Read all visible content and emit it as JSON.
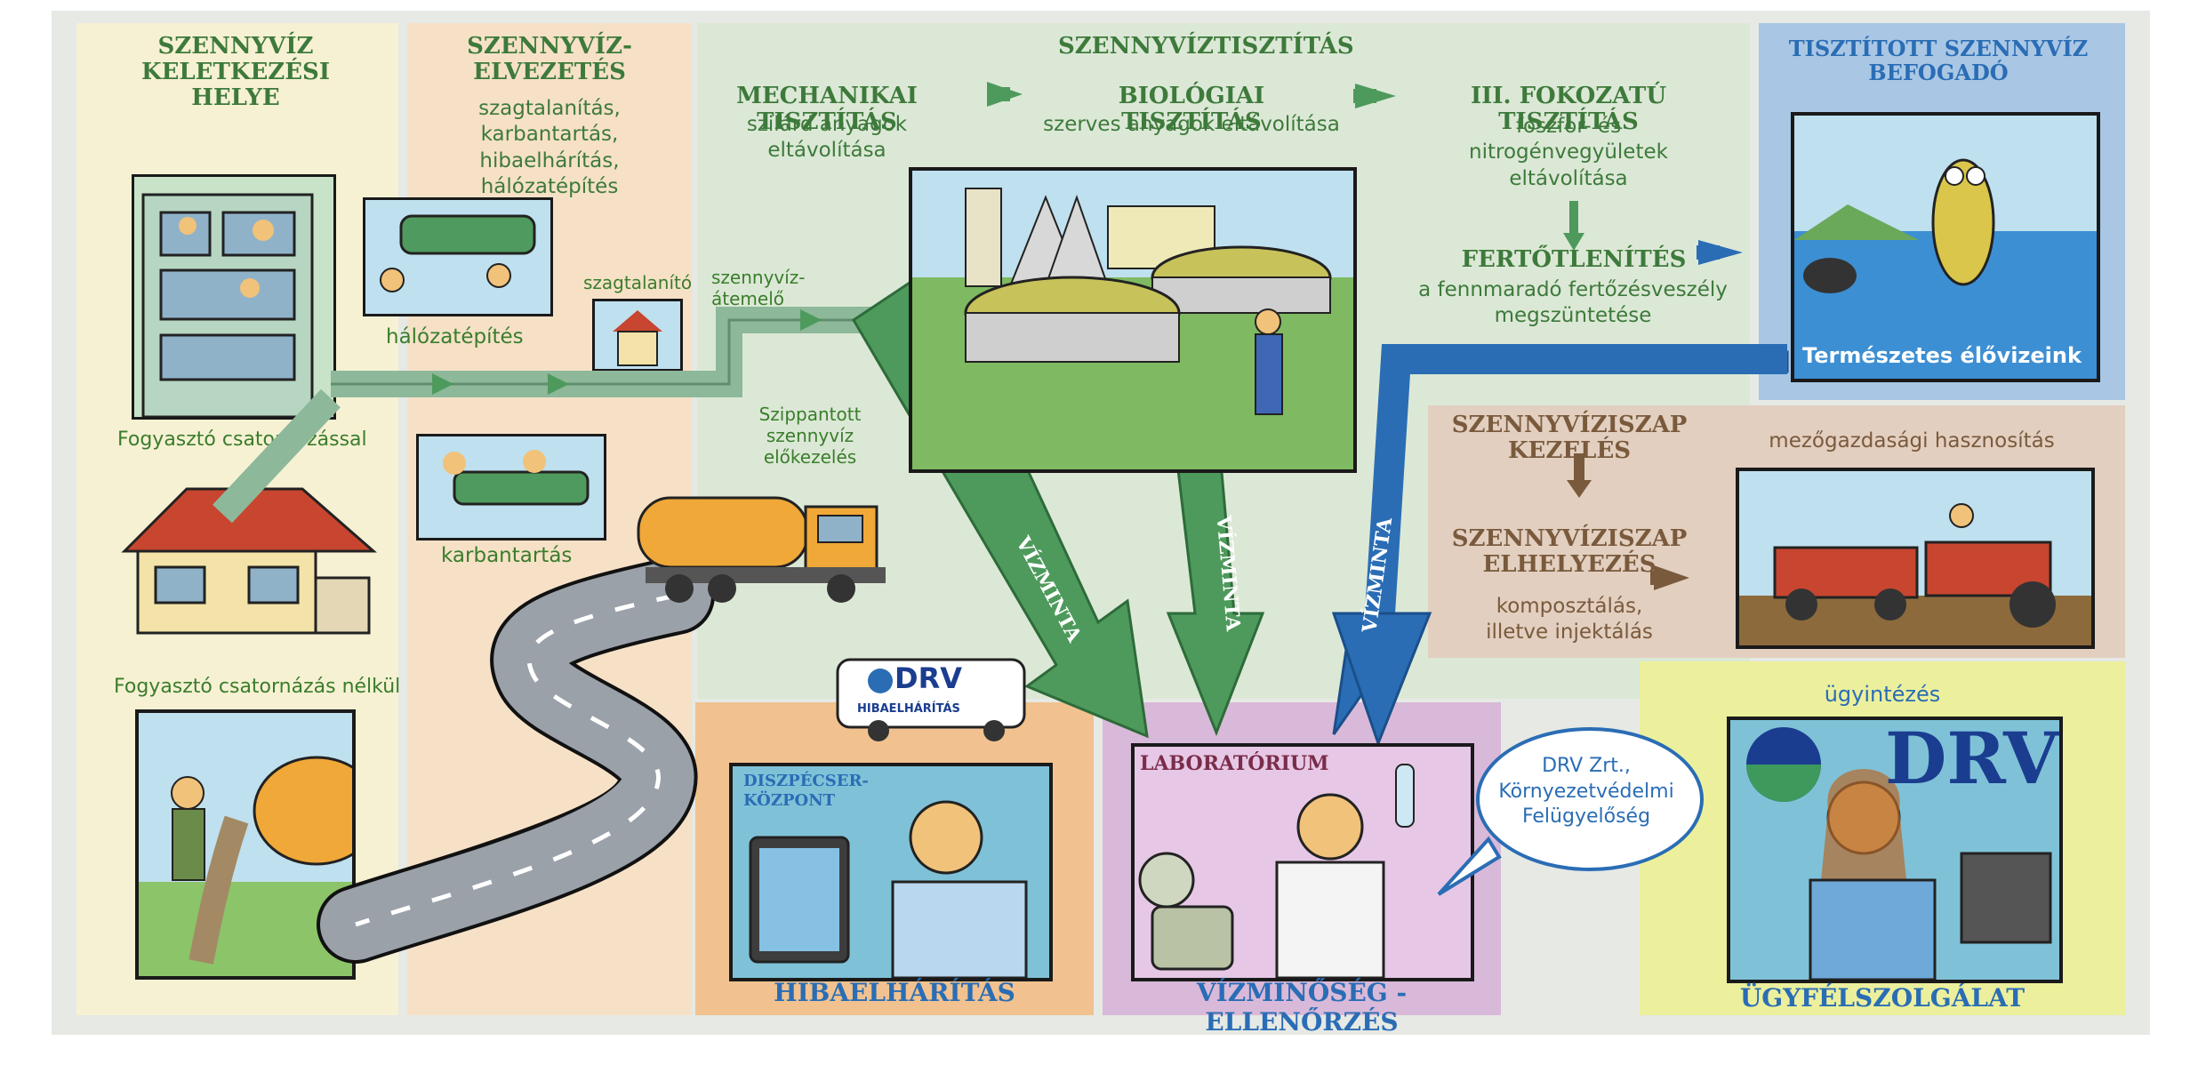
{
  "columns": {
    "source": {
      "title": "SZENNYVÍZ KELETKEZÉSI HELYE",
      "label_sewer": "Fogyasztó csatornázással",
      "label_nosewer": "Fogyasztó csatornázás nélkül"
    },
    "drainage": {
      "title": "SZENNYVÍZ-ELVEZETÉS",
      "desc": "szagtalanítás, karbantartás, hibaelhárítás, hálózatépítés",
      "label_build": "hálózatépítés",
      "label_odor": "szagtalanító",
      "label_pump": "szennyvíz-átemelő",
      "label_maint": "karbantartás",
      "label_suction": "Szippantott szennyvíz előkezelés"
    },
    "treatment": {
      "title": "SZENNYVÍZTISZTÍTÁS",
      "mech_title": "MECHANIKAI TISZTÍTÁS",
      "mech_desc": "szilárd anyagok eltávolítása",
      "bio_title": "BIOLÓGIAI TISZTÍTÁS",
      "bio_desc": "szerves anyagok eltávolítása",
      "third_title": "III. FOKOZATÚ TISZTÍTÁS",
      "third_desc": "foszfor- és nitrogénvegyületek eltávolítása",
      "disinf_title": "FERTŐTLENÍTÉS",
      "disinf_desc": "a fennmaradó fertőzésveszély megszüntetése"
    },
    "receiver": {
      "title": "TISZTÍTOTT SZENNYVÍZ BEFOGADÓ",
      "caption": "Természetes élővizeink"
    },
    "sludge": {
      "title1": "SZENNYVÍZISZAP KEZELÉS",
      "title2": "SZENNYVÍZISZAP ELHELYEZÉS",
      "desc2": "komposztálás, illetve injektálás",
      "agri": "mezőgazdasági hasznosítás"
    }
  },
  "bottom": {
    "repair": {
      "panel_label": "DISZPÉCSER-KÖZPONT",
      "title": "HIBAELHÁRÍTÁS",
      "van_brand": "DRV",
      "van_sub": "HIBAELHÁRÍTÁS"
    },
    "lab": {
      "panel_label": "LABORATÓRIUM",
      "title": "VÍZMINŐSÉG - ELLENŐRZÉS",
      "bubble": "DRV Zrt., Környezetvédelmi Felügyelőség"
    },
    "service": {
      "top": "ügyintézés",
      "title": "ÜGYFÉLSZOLGÁLAT",
      "brand": "DRV"
    }
  },
  "arrows": {
    "sample1": "VÍZMINTA",
    "sample2": "VÍZMINTA",
    "sample3": "VÍZMINTA"
  },
  "colors": {
    "green_arrow": "#4e9a5c",
    "blue_arrow": "#2a6db5",
    "heading_green": "#3d7a3b",
    "heading_blue": "#2a6db5",
    "heading_brown": "#7a5a3c"
  }
}
